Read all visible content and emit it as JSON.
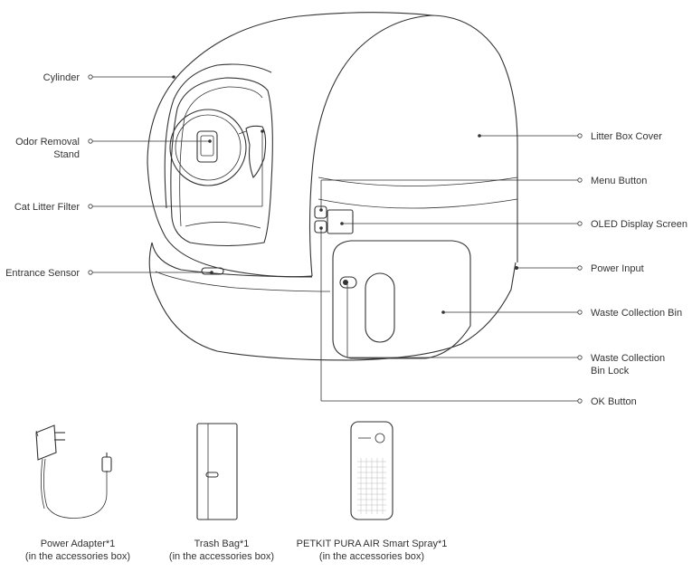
{
  "labels": {
    "cylinder": "Cylinder",
    "odor_removal_stand_1": "Odor Removal",
    "odor_removal_stand_2": "Stand",
    "cat_litter_filter": "Cat Litter Filter",
    "entrance_sensor": "Entrance Sensor",
    "litter_box_cover": "Litter Box Cover",
    "menu_button": "Menu Button",
    "oled_display_screen": "OLED Display Screen",
    "power_input": "Power Input",
    "waste_collection_bin": "Waste Collection Bin",
    "waste_collection_bin_lock_1": "Waste Collection",
    "waste_collection_bin_lock_2": "Bin Lock",
    "ok_button": "OK Button"
  },
  "accessories": [
    {
      "name": "Power Adapter*1",
      "note": "(in the accessories box)"
    },
    {
      "name": "Trash Bag*1",
      "note": "(in the accessories box)"
    },
    {
      "name": "PETKIT PURA AIR Smart Spray*1",
      "note": "(in the accessories box)"
    }
  ]
}
